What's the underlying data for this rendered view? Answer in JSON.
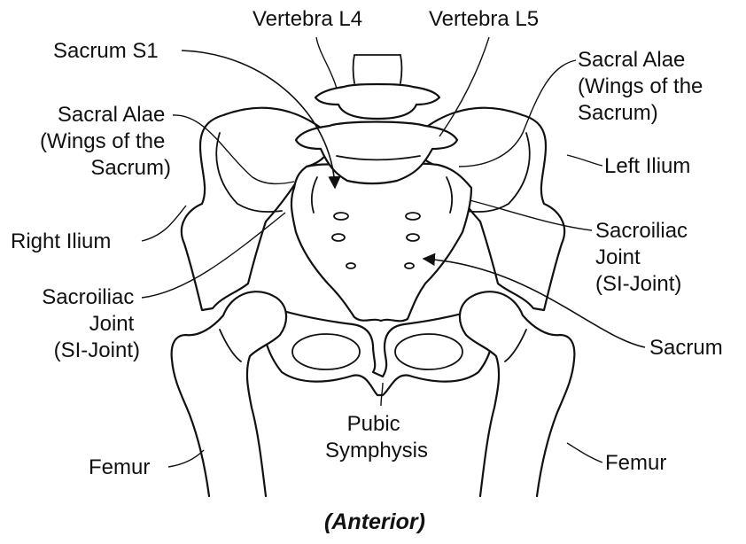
{
  "labels": {
    "vertebra_l4": "Vertebra L4",
    "vertebra_l5": "Vertebra L5",
    "sacrum_s1": "Sacrum S1",
    "sacral_alae_left": [
      "Sacral Alae",
      "(Wings of the",
      "Sacrum)"
    ],
    "sacral_alae_right": [
      "Sacral Alae",
      "(Wings of the",
      "Sacrum)"
    ],
    "left_ilium": "Left Ilium",
    "right_ilium": "Right Ilium",
    "si_joint_right": [
      "Sacroiliac",
      "Joint",
      "(SI-Joint)"
    ],
    "si_joint_left": [
      "Sacroiliac",
      "Joint",
      "(SI-Joint)"
    ],
    "sacrum": "Sacrum",
    "pubic_symphysis": [
      "Pubic",
      "Symphysis"
    ],
    "femur_left": "Femur",
    "femur_right": "Femur"
  },
  "caption": "(Anterior)",
  "colors": {
    "line": "#111111",
    "background": "#ffffff"
  }
}
